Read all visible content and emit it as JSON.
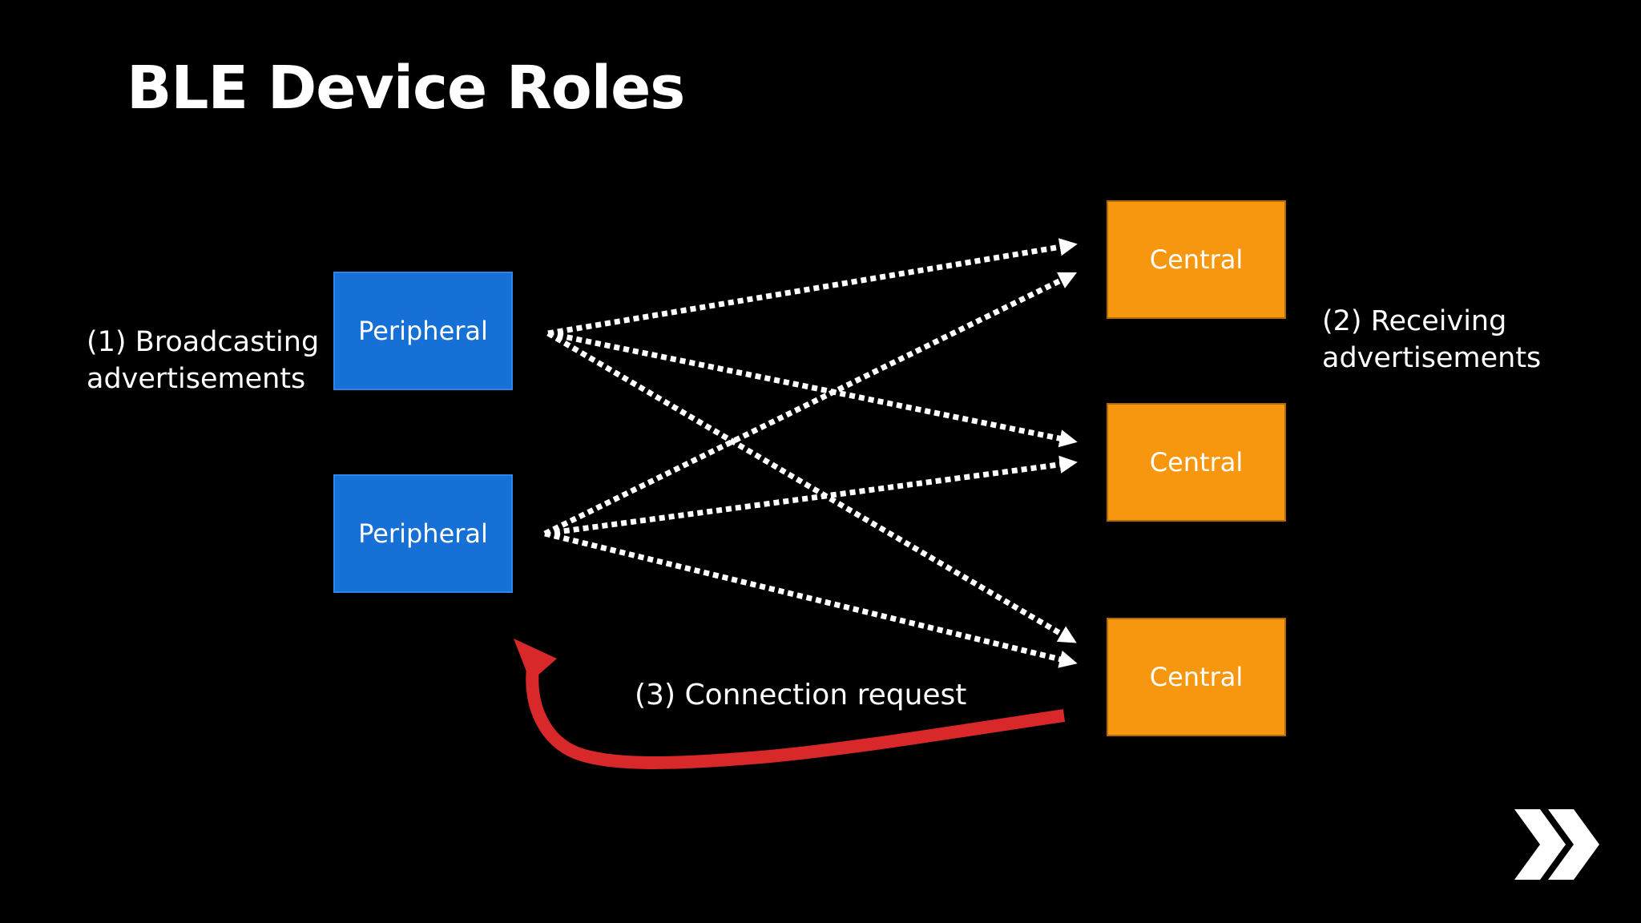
{
  "slide": {
    "title": "BLE Device Roles",
    "background": "#000000"
  },
  "peripherals": [
    {
      "label": "Peripheral"
    },
    {
      "label": "Peripheral"
    }
  ],
  "centrals": [
    {
      "label": "Central"
    },
    {
      "label": "Central"
    },
    {
      "label": "Central"
    }
  ],
  "annotations": {
    "broadcasting": [
      "(1) Broadcasting",
      "advertisements"
    ],
    "receiving": [
      "(2) Receiving",
      "advertisements"
    ],
    "connection": "(3) Connection request"
  },
  "colors": {
    "peripheral": "#1670d6",
    "central": "#f7960f",
    "advertisement_arrow": "#ffffff",
    "connection_arrow": "#d8282a"
  },
  "icons": {
    "next": "double-chevron-right-icon"
  }
}
